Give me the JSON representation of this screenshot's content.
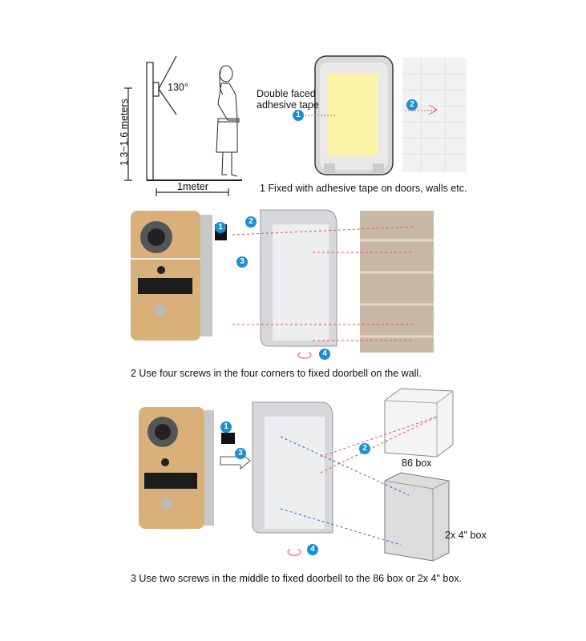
{
  "section1": {
    "angle_label": "130°",
    "height_label": "1.3~1.6 meters",
    "distance_label": "1meter",
    "tape_label_line1": "Double faced",
    "tape_label_line2": "adhesive tape",
    "step_badges": [
      "1",
      "2"
    ],
    "caption": "1 Fixed with adhesive tape on doors, walls etc."
  },
  "section2": {
    "step_badges": [
      "1",
      "2",
      "3",
      "4"
    ],
    "caption": "2  Use four screws in the four corners to fixed doorbell on the wall."
  },
  "section3": {
    "step_badges": [
      "1",
      "2",
      "3",
      "4"
    ],
    "box1_label": "86 box",
    "box2_label": "2x 4\" box",
    "caption": "3 Use two screws in the middle to fixed doorbell to the 86 box or 2x 4\" box."
  },
  "colors": {
    "badge": "#1a8fd8",
    "doorbell_gold": "#d9b07a",
    "tape_yellow": "#fbf3a6",
    "arrow_red": "#e05060",
    "arrow_blue": "#4060d0"
  }
}
